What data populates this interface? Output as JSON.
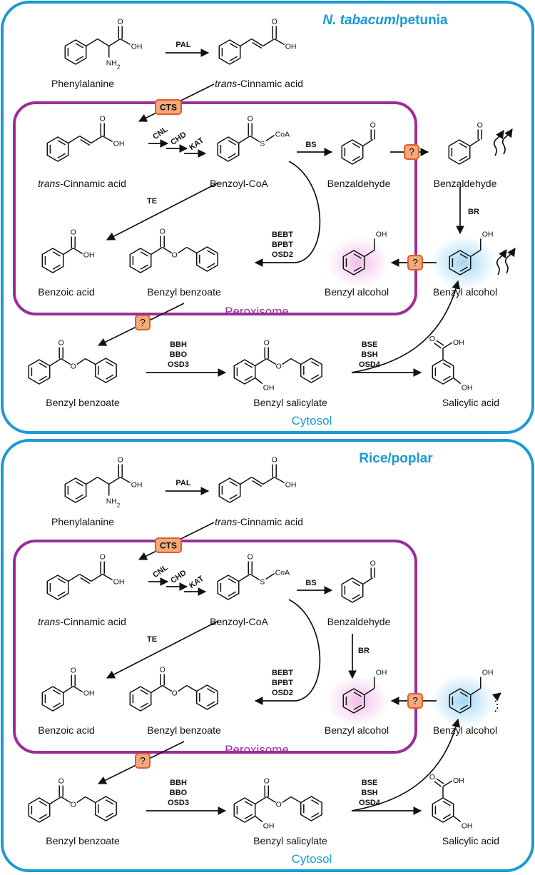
{
  "panels": [
    {
      "title_italic": "N. tabacum",
      "title_rest": "/petunia",
      "cytosol": "Cytosol",
      "peroxisome": "Peroxisome",
      "labels": {
        "phe": "Phenylalanine",
        "cin_top_it": "trans",
        "cin_top_rest": "-Cinnamic acid",
        "cin_in_it": "trans",
        "cin_in_rest": "-Cinnamic acid",
        "bzcoa": "Benzoyl-CoA",
        "bzald_in": "Benzaldehyde",
        "bzald_out": "Benzaldehyde",
        "bzacid": "Benzoic acid",
        "bzbz_in": "Benzyl benzoate",
        "bzalc_in": "Benzyl alcohol",
        "bzalc_out": "Benzyl alcohol",
        "bzbz_out": "Benzyl benzoate",
        "bzsal": "Benzyl salicylate",
        "sal": "Salicylic acid"
      },
      "enzymes": {
        "pal": "PAL",
        "cts": "CTS",
        "cnl": "CNL",
        "chd": "CHD",
        "kat": "KAT",
        "bs": "BS",
        "br": "BR",
        "te": "TE",
        "bebt": [
          "BEBT",
          "BPBT",
          "OSD2"
        ],
        "bbh": [
          "BBH",
          "BBO",
          "OSD3"
        ],
        "bse": [
          "BSE",
          "BSH",
          "OSD4"
        ],
        "q": "?"
      },
      "atoms": {
        "oh": "OH",
        "nh2": "NH",
        "sub2": "2",
        "coa": "CoA",
        "s": "S",
        "o": "O"
      }
    },
    {
      "title_italic": "",
      "title_rest": "Rice/poplar",
      "cytosol": "Cytosol",
      "peroxisome": "Peroxisome",
      "labels": {
        "phe": "Phenylalanine",
        "cin_top_it": "trans",
        "cin_top_rest": "-Cinnamic acid",
        "cin_in_it": "trans",
        "cin_in_rest": "-Cinnamic acid",
        "bzcoa": "Benzoyl-CoA",
        "bzald_in": "Benzaldehyde",
        "bzald_out": "",
        "bzacid": "Benzoic acid",
        "bzbz_in": "Benzyl benzoate",
        "bzalc_in": "Benzyl alcohol",
        "bzalc_out": "Benzyl alcohol",
        "bzbz_out": "Benzyl benzoate",
        "bzsal": "Benzyl salicylate",
        "sal": "Salicylic acid"
      },
      "enzymes": {
        "pal": "PAL",
        "cts": "CTS",
        "cnl": "CNL",
        "chd": "CHD",
        "kat": "KAT",
        "bs": "BS",
        "br": "BR",
        "te": "TE",
        "bebt": [
          "BEBT",
          "BPBT",
          "OSD2"
        ],
        "bbh": [
          "BBH",
          "BBO",
          "OSD3"
        ],
        "bse": [
          "BSE",
          "BSH",
          "OSD4"
        ],
        "q": "?"
      },
      "atoms": {
        "oh": "OH",
        "nh2": "NH",
        "sub2": "2",
        "coa": "CoA",
        "s": "S",
        "o": "O"
      }
    }
  ],
  "colors": {
    "cytosol_border": "#1a9ad6",
    "peroxisome_border": "#9b2d9b",
    "transporter_fill": "#f4a97a",
    "transporter_stroke": "#d9602a",
    "glow_pink": "#f0b8e8",
    "glow_blue": "#9fd6f4"
  }
}
